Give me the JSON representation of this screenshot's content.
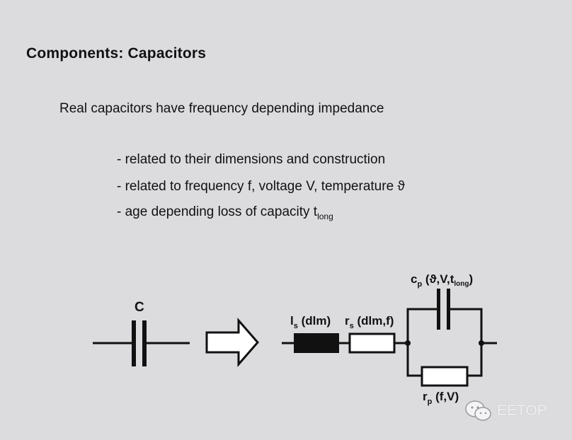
{
  "slide": {
    "title": "Components: Capacitors",
    "intro": "Real capacitors have frequency depending impedance",
    "bullets": [
      {
        "text": "- related to their dimensions and construction",
        "sub": ""
      },
      {
        "text": "- related to frequency f, voltage V, temperature ϑ",
        "sub": ""
      },
      {
        "text": "- age depending loss of capacity t",
        "sub": "long"
      }
    ]
  },
  "diagram": {
    "ideal_label": "C",
    "ls_label": {
      "main": "l",
      "sub": "s",
      "rest": " (dlm)"
    },
    "rs_label": {
      "main": "r",
      "sub": "s",
      "rest": " (dlm,f)"
    },
    "cp_label": {
      "main": "c",
      "sub": "p",
      "rest": " (ϑ,V,t",
      "sub2": "long",
      "close": ")"
    },
    "rp_label": {
      "main": "r",
      "sub": "p",
      "rest": " (f,V)"
    }
  },
  "watermark": {
    "text": "EETOP",
    "icon": "wechat-icon"
  }
}
